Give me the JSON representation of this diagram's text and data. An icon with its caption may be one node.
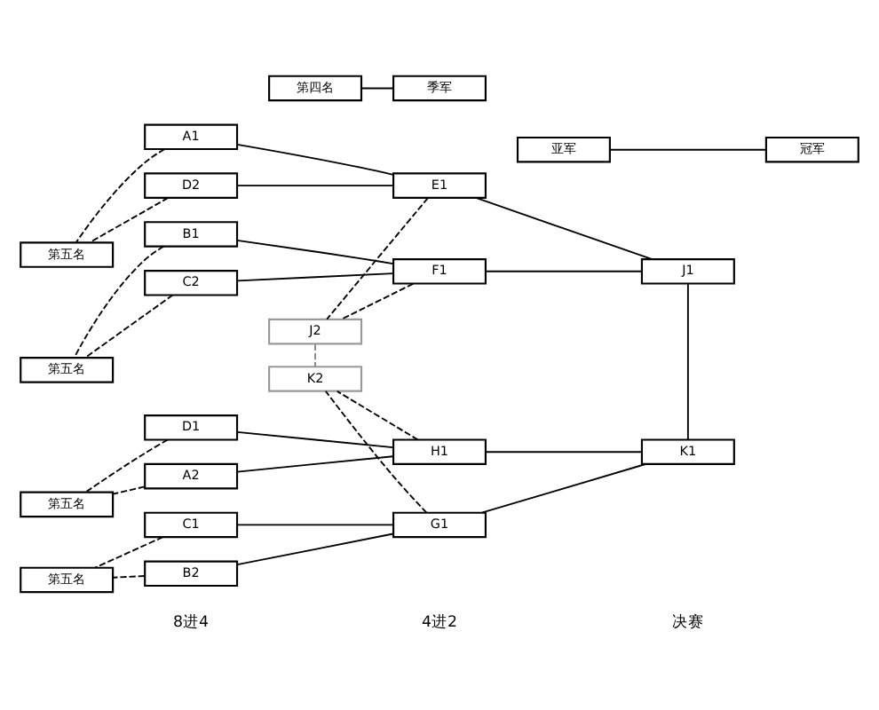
{
  "diagram": {
    "nodes": [
      {
        "text": [
          "A1"
        ]
      },
      {
        "text": [
          "第五名"
        ]
      },
      {
        "text": [
          "E1"
        ]
      },
      {
        "text": [
          "D2"
        ]
      },
      {
        "text": [
          "J2"
        ]
      },
      {
        "text": [
          "J1"
        ]
      },
      {
        "text": [
          "B1"
        ]
      },
      {
        "text": [
          "第五名"
        ]
      },
      {
        "text": [
          "F1"
        ]
      },
      {
        "text": [
          "C2"
        ]
      },
      {
        "text": [
          "第四名"
        ]
      },
      {
        "text": [
          "季军"
        ]
      },
      {
        "text": [
          "亚军"
        ]
      },
      {
        "text": [
          "冠军"
        ]
      },
      {
        "text": [
          "C1"
        ]
      },
      {
        "text": [
          "第五名"
        ]
      },
      {
        "text": [
          "G1"
        ]
      },
      {
        "text": [
          "B2"
        ]
      },
      {
        "text": [
          "K2"
        ]
      },
      {
        "text": [
          "K1"
        ]
      },
      {
        "text": [
          "D1"
        ]
      },
      {
        "text": [
          "第五名"
        ]
      },
      {
        "text": [
          "H1"
        ]
      },
      {
        "text": [
          "A2"
        ]
      }
    ],
    "edges": [
      {
        "from": 0,
        "to": 2,
        "arrow": "none"
      },
      {
        "from": 3,
        "to": 2,
        "arrow": "none"
      },
      {
        "from": 0,
        "to": 1,
        "arrow": "none",
        "style": "dashed"
      },
      {
        "from": 3,
        "to": 1,
        "arrow": "none",
        "style": "dashed"
      },
      {
        "from": 6,
        "to": 8,
        "arrow": "none"
      },
      {
        "from": 9,
        "to": 8,
        "arrow": "none"
      },
      {
        "from": 6,
        "to": 7,
        "arrow": "none",
        "style": "dashed"
      },
      {
        "from": 9,
        "to": 7,
        "arrow": "none",
        "style": "dashed"
      },
      {
        "from": 14,
        "to": 16,
        "arrow": "none"
      },
      {
        "from": 17,
        "to": 16,
        "arrow": "none"
      },
      {
        "from": 14,
        "to": 15,
        "arrow": "none",
        "style": "dashed"
      },
      {
        "from": 17,
        "to": 15,
        "arrow": "none",
        "style": "dashed"
      },
      {
        "from": 20,
        "to": 22,
        "arrow": "none"
      },
      {
        "from": 23,
        "to": 22,
        "arrow": "none"
      },
      {
        "from": 20,
        "to": 21,
        "arrow": "none",
        "style": "dashed"
      },
      {
        "from": 23,
        "to": 21,
        "arrow": "none",
        "style": "dashed"
      },
      {
        "from": 2,
        "to": 5,
        "arrow": "none"
      },
      {
        "from": 8,
        "to": 5,
        "arrow": "none"
      },
      {
        "from": 2,
        "to": 4,
        "arrow": "none",
        "style": "dashed"
      },
      {
        "from": 8,
        "to": 4,
        "arrow": "none",
        "style": "dashed"
      },
      {
        "from": 16,
        "to": 19,
        "arrow": "none"
      },
      {
        "from": 22,
        "to": 19,
        "arrow": "none"
      },
      {
        "from": 16,
        "to": 18,
        "arrow": "none",
        "style": "dashed"
      },
      {
        "from": 22,
        "to": 18,
        "arrow": "none",
        "style": "dashed"
      },
      {
        "from": 4,
        "to": 18,
        "arrow": "none",
        "style": "dashed",
        "color": "#888888"
      },
      {
        "from": 5,
        "to": 19,
        "arrow": "none"
      },
      {
        "from": 10,
        "to": 11,
        "arrow": "none"
      },
      {
        "from": 12,
        "to": 13,
        "arrow": "none"
      }
    ],
    "labels": [
      "8进4",
      "4进2",
      "决赛"
    ]
  }
}
